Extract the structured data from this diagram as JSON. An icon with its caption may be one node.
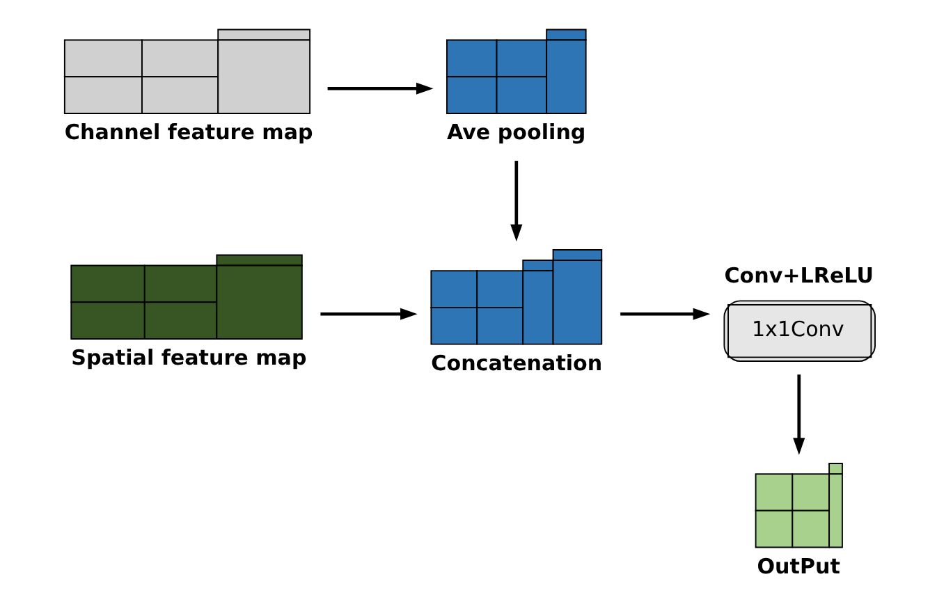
{
  "diagram": {
    "nodes": [
      {
        "text": [
          "Spatial feature map"
        ]
      },
      {
        "text": [
          "Concatenation"
        ]
      },
      {
        "text": [
          "Conv+LReLU",
          "1x1Conv"
        ]
      },
      {
        "text": [
          "Channel feature map"
        ]
      },
      {
        "text": [
          "Ave pooling"
        ]
      },
      {
        "text": [
          "OutPut"
        ]
      }
    ],
    "edges": [
      {
        "from": 0,
        "to": 1,
        "arrow": "to"
      },
      {
        "from": 3,
        "to": 4,
        "arrow": "to"
      },
      {
        "from": 4,
        "to": 1,
        "arrow": "to"
      },
      {
        "from": 1,
        "to": 2,
        "arrow": "to"
      },
      {
        "from": 2,
        "to": 5,
        "arrow": "to"
      }
    ]
  }
}
